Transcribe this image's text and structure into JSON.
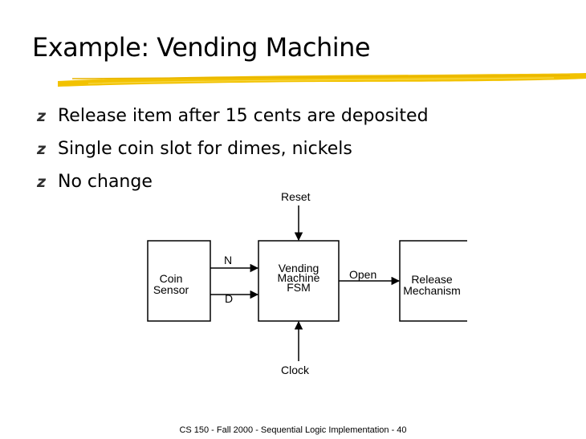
{
  "slide": {
    "title": "Example: Vending Machine",
    "bullets": [
      "Release item after 15 cents are deposited",
      "Single coin slot for dimes, nickels",
      "No change"
    ],
    "bullet_marker": "z",
    "footer": "CS 150 - Fall 2000 - Sequential Logic Implementation - 40",
    "accent_color": "#f2c200"
  },
  "diagram": {
    "coin_sensor": [
      "Coin",
      "Sensor"
    ],
    "fsm": [
      "Vending",
      "Machine",
      "FSM"
    ],
    "release": [
      "Release",
      "Mechanism"
    ],
    "signals": {
      "n": "N",
      "d": "D",
      "open": "Open",
      "reset": "Reset",
      "clock": "Clock"
    }
  }
}
